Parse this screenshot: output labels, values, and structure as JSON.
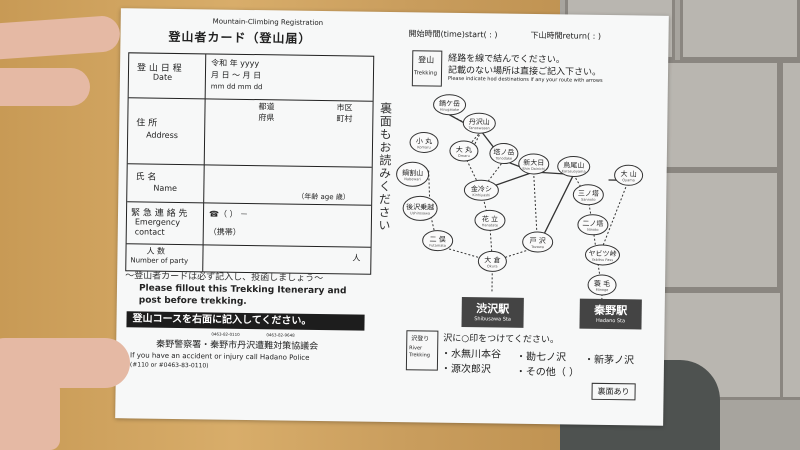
{
  "card": {
    "small_title": "Mountain-Climbing Registration",
    "title": "登山者カード（登山届）",
    "date_label": "登 山 日 程",
    "date_label_en": "Date",
    "date_line1": "令和   年 yyyy",
    "date_line2": "月     日   ～   月     日",
    "date_line3": "mm     dd              mm     dd",
    "address_label": "住         所",
    "address_label_en": "Address",
    "address_pref": "都道\n府県",
    "address_city": "市区\n町村",
    "name_label": "氏        名",
    "name_label_en": "Name",
    "age_label": "（年齢 age      歳）",
    "emergency_label": "緊 急 連 絡 先",
    "emergency_label_en": "Emergency\ncontact",
    "phone_line": "☎（          ）      －",
    "mobile_line": "（携帯）",
    "party_label": "人     数",
    "party_label_en": "Number of party",
    "party_unit": "人",
    "reminder_jp": "～登山者カードは必ず記入し、投函しましょう～",
    "reminder_en": "Please fillout this Trekking Itenerary and post before trekking.",
    "black_bar": "登山コースを右面に記入してください。",
    "police_small": "0463-82-0110",
    "police_small2": "0463-82-9648",
    "police": "秦野警察署・秦野市丹沢遭難対策協議会",
    "accident_en": "If you have an accident or injury call Hadano Police",
    "police_num": "(#110 or #0463-83-0110)",
    "vertical_text": "裏面もお読みください",
    "start_time": "開始時間(time)start(  :  )",
    "end_time": "下山時間return(  :  )",
    "trekking_label_jp": "登山",
    "trekking_label_en": "Trekking",
    "instr1": "経路を線で結んでください。",
    "instr2": "記載のない場所は直接ご記入下さい。",
    "instr_en": "Please indicate hod destinations if any your route with arrows",
    "nodes": [
      {
        "jp": "鍋ケ岳",
        "en": "Hirugatake"
      },
      {
        "jp": "丹沢山",
        "en": "Tanzawasan"
      },
      {
        "jp": "小 丸",
        "en": "Komaru"
      },
      {
        "jp": "大 丸",
        "en": "Omaru"
      },
      {
        "jp": "塔ノ岳",
        "en": "Tonodake"
      },
      {
        "jp": "新大日",
        "en": "Shin Dainichi"
      },
      {
        "jp": "烏尾山",
        "en": "Karasuoyama"
      },
      {
        "jp": "大 山",
        "en": "Oyama"
      },
      {
        "jp": "鍋割山",
        "en": "Nabewari"
      },
      {
        "jp": "金冷シ",
        "en": "Kinhiyashi"
      },
      {
        "jp": "三ノ塔",
        "en": "Sannoto"
      },
      {
        "jp": "後沢乗越",
        "en": "Ushirosawa"
      },
      {
        "jp": "花 立",
        "en": "Hanatate"
      },
      {
        "jp": "二ノ塔",
        "en": "Ninoto"
      },
      {
        "jp": "二 俣",
        "en": "Futamata"
      },
      {
        "jp": "戸 沢",
        "en": "Tozawa"
      },
      {
        "jp": "ヤビツ峠",
        "en": "Yabitsu Pass"
      },
      {
        "jp": "大 倉",
        "en": "Okura"
      },
      {
        "jp": "蓑 毛",
        "en": "Minoge"
      }
    ],
    "station1_jp": "渋沢駅",
    "station1_en": "Shibusawa Sta",
    "station2_jp": "秦野駅",
    "station2_en": "Hadano Sta",
    "river_label_jp": "沢登り",
    "river_label_en": "River Trekking",
    "river_instr": "沢に○印をつけてください。",
    "river1": "・水無川本谷",
    "river2": "・勘七ノ沢",
    "river3": "・新茅ノ沢",
    "river4": "・源次郎沢",
    "river5": "・その他（        ）",
    "back_note": "裏面あり"
  }
}
